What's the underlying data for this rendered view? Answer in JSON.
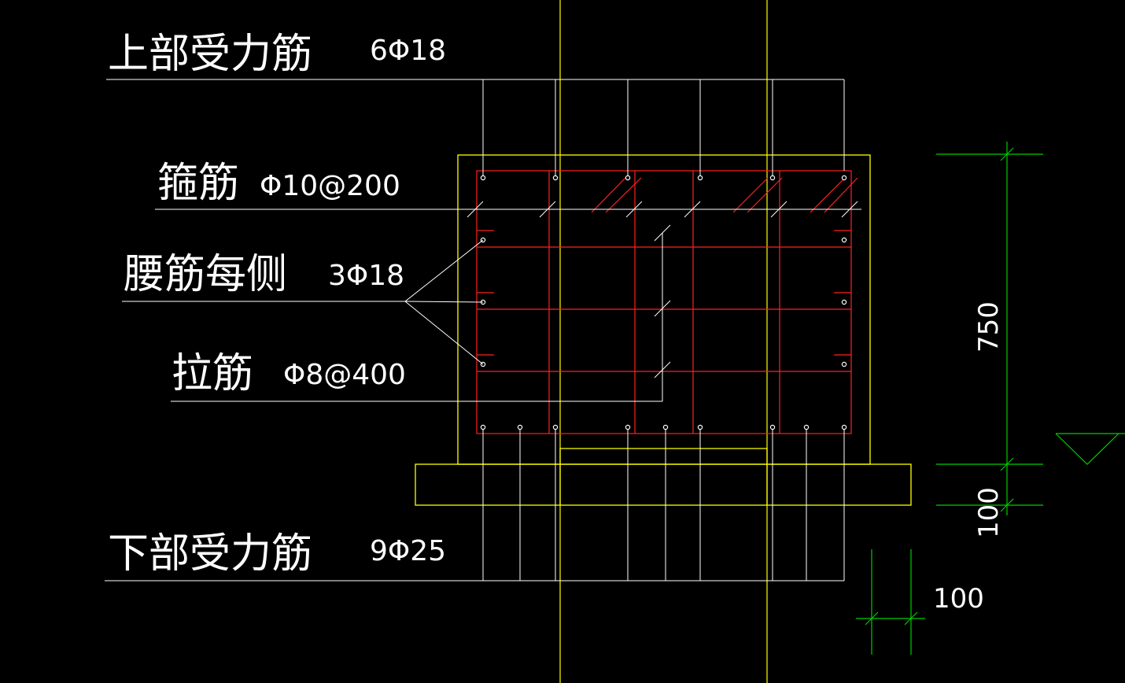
{
  "colors": {
    "background": "#000000",
    "label_line": "#ffffff",
    "concrete": "#ffff00",
    "rebar": "#ff2020",
    "dimension": "#00cc00",
    "text": "#ffffff"
  },
  "labels": {
    "top_rebar": {
      "name": "上部受力筋",
      "spec": "6Φ18"
    },
    "stirrup": {
      "name": "箍筋",
      "spec": "Φ10@200"
    },
    "waist_rebar": {
      "name": "腰筋每侧",
      "spec": "3Φ18"
    },
    "tie_rebar": {
      "name": "拉筋",
      "spec": "Φ8@400"
    },
    "bottom_rebar": {
      "name": "下部受力筋",
      "spec": "9Φ25"
    }
  },
  "dimensions": {
    "height": "750",
    "bottom_layer": "100",
    "width": "100"
  }
}
